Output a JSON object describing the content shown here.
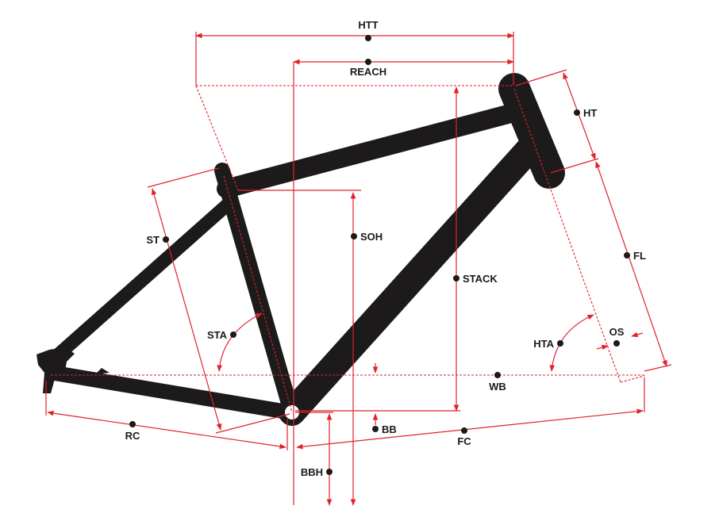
{
  "diagram": {
    "labels": {
      "htt": "HTT",
      "reach": "REACH",
      "ht": "HT",
      "st": "ST",
      "soh": "SOH",
      "stack": "STACK",
      "fl": "FL",
      "sta": "STA",
      "hta": "HTA",
      "os": "OS",
      "wb": "WB",
      "bb": "BB",
      "rc": "RC",
      "fc": "FC",
      "bbh": "BBH"
    },
    "colors": {
      "frame": "#1c1a1a",
      "dimension": "#e0232a",
      "text": "#1a1a1a"
    }
  }
}
